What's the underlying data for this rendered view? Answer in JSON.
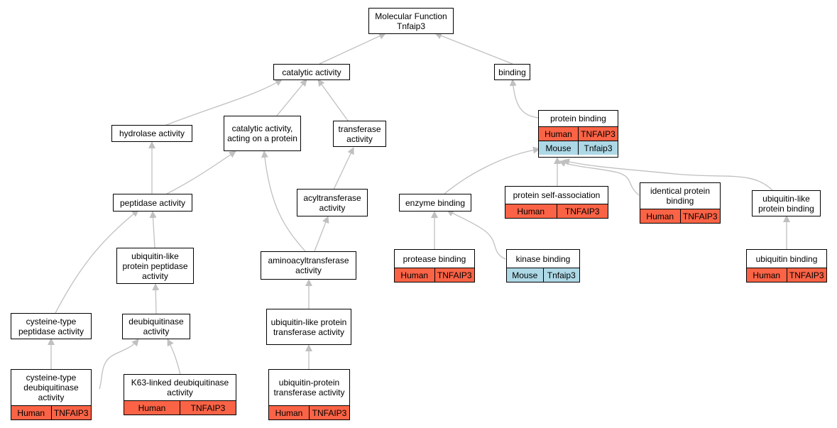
{
  "graph": {
    "root": {
      "line1": "Molecular Function",
      "line2": "Tnfaip3"
    },
    "nodes": {
      "catalytic": "catalytic activity",
      "binding": "binding",
      "hydrolase": "hydrolase activity",
      "catalytic_protein": "catalytic activity, acting on a protein",
      "transferase": "transferase activity",
      "protein_binding": "protein binding",
      "peptidase": "peptidase activity",
      "acyltransferase": "acyltransferase activity",
      "enzyme_binding": "enzyme binding",
      "protein_self_assoc": "protein self-association",
      "identical_protein_binding": "identical protein binding",
      "ubl_protein_binding": "ubiquitin-like protein binding",
      "ubl_peptidase": "ubiquitin-like protein peptidase activity",
      "aminoacyltransferase": "aminoacyltransferase activity",
      "protease_binding": "protease binding",
      "kinase_binding": "kinase binding",
      "ubiquitin_binding": "ubiquitin binding",
      "cys_peptidase": "cysteine-type peptidase activity",
      "deubiquitinase": "deubiquitinase activity",
      "ubl_transferase": "ubiquitin-like protein transferase activity",
      "cys_deubiquitinase": "cysteine-type deubiquitinase activity",
      "k63_deubiquitinase": "K63-linked deubiquitinase activity",
      "ub_protein_transferase": "ubiquitin-protein transferase activity"
    },
    "species": {
      "human": {
        "name": "Human",
        "symbol": "TNFAIP3",
        "color": "#fa6346"
      },
      "mouse": {
        "name": "Mouse",
        "symbol": "Tnfaip3",
        "color": "#add8e6"
      }
    },
    "edge_color": "#c0c0c0"
  }
}
